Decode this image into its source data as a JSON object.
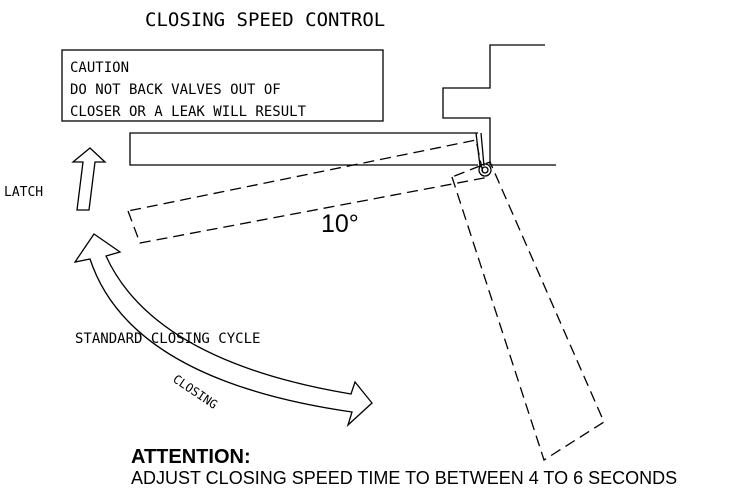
{
  "diagram": {
    "title": "CLOSING SPEED CONTROL",
    "caution": {
      "heading": "CAUTION",
      "line1": "DO NOT BACK VALVES OUT OF",
      "line2": "CLOSER OR A LEAK WILL RESULT"
    },
    "latch_label": "LATCH",
    "angle_label": "10°",
    "cycle_label": "STANDARD CLOSING CYCLE",
    "closing_label": "CLOSING"
  },
  "attention": {
    "title": "ATTENTION:",
    "text": "ADJUST CLOSING SPEED TIME TO BETWEEN 4 TO 6 SECONDS"
  },
  "icons": {
    "latch_arrow": "up-arrow-icon",
    "closing_arrow": "curved-arrow-icon",
    "pivot": "hinge-pivot-icon"
  }
}
